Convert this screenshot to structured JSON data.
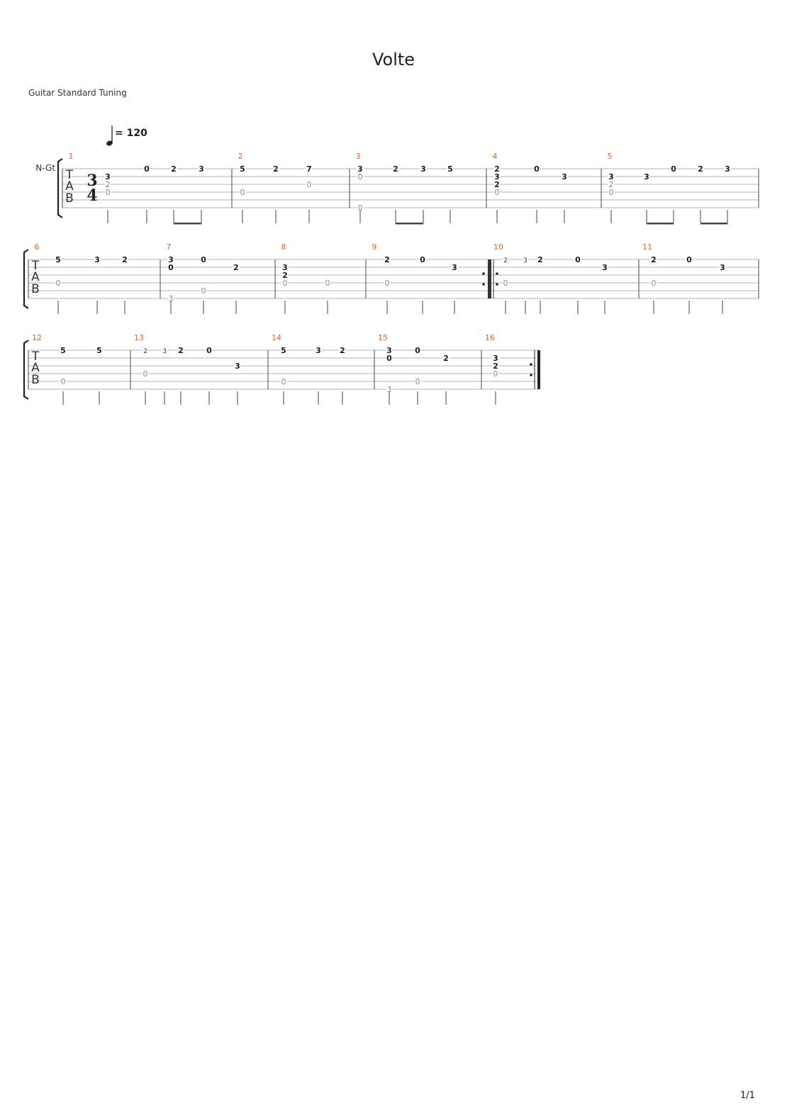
{
  "title": "Volte",
  "tuning": "Guitar Standard Tuning",
  "tempo": {
    "icon": "quarter-note-icon",
    "text": "= 120"
  },
  "track_name": "N-Gt",
  "tab_letters": [
    "T",
    "A",
    "B"
  ],
  "time_signature": {
    "top": "3",
    "bottom": "4"
  },
  "page_number": "1/1",
  "colors": {
    "measure_number": "#e8602c",
    "ink": "#1a1a1a",
    "ghost": "#8a8a8a"
  },
  "measures": [
    {
      "n": "1",
      "notes": [
        {
          "s": 1,
          "f": "3"
        },
        {
          "s": 2,
          "f": "2",
          "g": true
        },
        {
          "s": 3,
          "f": "0",
          "g": true
        },
        {
          "s": 0,
          "f": "0"
        },
        {
          "s": 0,
          "f": "2"
        },
        {
          "s": 0,
          "f": "3"
        }
      ]
    },
    {
      "n": "2",
      "notes": [
        {
          "s": 0,
          "f": "5"
        },
        {
          "s": 3,
          "f": "0",
          "g": true
        },
        {
          "s": 0,
          "f": "2"
        },
        {
          "s": 0,
          "f": "7"
        },
        {
          "s": 2,
          "f": "0",
          "g": true
        }
      ]
    },
    {
      "n": "3",
      "notes": [
        {
          "s": 0,
          "f": "3"
        },
        {
          "s": 1,
          "f": "0",
          "g": true
        },
        {
          "s": 5,
          "f": "0",
          "g": true
        },
        {
          "s": 0,
          "f": "2"
        },
        {
          "s": 0,
          "f": "3"
        },
        {
          "s": 0,
          "f": "5"
        }
      ]
    },
    {
      "n": "4",
      "notes": [
        {
          "s": 0,
          "f": "2"
        },
        {
          "s": 1,
          "f": "3"
        },
        {
          "s": 2,
          "f": "2"
        },
        {
          "s": 3,
          "f": "0",
          "g": true
        },
        {
          "s": 0,
          "f": "0"
        },
        {
          "s": 1,
          "f": "3"
        }
      ]
    },
    {
      "n": "5",
      "notes": [
        {
          "s": 1,
          "f": "3"
        },
        {
          "s": 2,
          "f": "2",
          "g": true
        },
        {
          "s": 3,
          "f": "0",
          "g": true
        },
        {
          "s": 1,
          "f": "3"
        },
        {
          "s": 0,
          "f": "0"
        },
        {
          "s": 0,
          "f": "2"
        },
        {
          "s": 0,
          "f": "3"
        }
      ]
    },
    {
      "n": "6",
      "notes": [
        {
          "s": 0,
          "f": "5"
        },
        {
          "s": 3,
          "f": "0",
          "g": true
        },
        {
          "s": 0,
          "f": "3"
        },
        {
          "s": 0,
          "f": "2"
        }
      ]
    },
    {
      "n": "7",
      "notes": [
        {
          "s": 0,
          "f": "3"
        },
        {
          "s": 1,
          "f": "0"
        },
        {
          "s": 5,
          "f": "3",
          "g": true
        },
        {
          "s": 0,
          "f": "0"
        },
        {
          "s": 4,
          "f": "0",
          "g": true
        },
        {
          "s": 1,
          "f": "2"
        }
      ]
    },
    {
      "n": "8",
      "notes": [
        {
          "s": 1,
          "f": "3"
        },
        {
          "s": 2,
          "f": "2"
        },
        {
          "s": 3,
          "f": "0",
          "g": true
        },
        {
          "s": 3,
          "f": "0",
          "g": true
        }
      ]
    },
    {
      "n": "9",
      "notes": [
        {
          "s": 0,
          "f": "2"
        },
        {
          "s": 3,
          "f": "0",
          "g": true
        },
        {
          "s": 0,
          "f": "0"
        },
        {
          "s": 1,
          "f": "3"
        }
      ]
    },
    {
      "n": "10",
      "notes": [
        {
          "s": 0,
          "f": "2",
          "sm": true
        },
        {
          "s": 3,
          "f": "0",
          "g": true
        },
        {
          "s": 0,
          "f": "3",
          "sm": true
        },
        {
          "s": 0,
          "f": "2"
        },
        {
          "s": 0,
          "f": "0"
        },
        {
          "s": 1,
          "f": "3"
        }
      ]
    },
    {
      "n": "11",
      "notes": [
        {
          "s": 0,
          "f": "2"
        },
        {
          "s": 3,
          "f": "0",
          "g": true
        },
        {
          "s": 0,
          "f": "0"
        },
        {
          "s": 1,
          "f": "3"
        }
      ]
    },
    {
      "n": "12",
      "notes": [
        {
          "s": 0,
          "f": "5"
        },
        {
          "s": 4,
          "f": "0",
          "g": true
        },
        {
          "s": 0,
          "f": "5"
        }
      ]
    },
    {
      "n": "13",
      "notes": [
        {
          "s": 0,
          "f": "2",
          "sm": true
        },
        {
          "s": 3,
          "f": "0",
          "g": true
        },
        {
          "s": 0,
          "f": "3",
          "sm": true
        },
        {
          "s": 0,
          "f": "2"
        },
        {
          "s": 0,
          "f": "0"
        },
        {
          "s": 2,
          "f": "3"
        }
      ]
    },
    {
      "n": "14",
      "notes": [
        {
          "s": 0,
          "f": "5"
        },
        {
          "s": 4,
          "f": "0",
          "g": true
        },
        {
          "s": 0,
          "f": "3"
        },
        {
          "s": 0,
          "f": "2"
        }
      ]
    },
    {
      "n": "15",
      "notes": [
        {
          "s": 0,
          "f": "3"
        },
        {
          "s": 1,
          "f": "0"
        },
        {
          "s": 5,
          "f": "3",
          "g": true
        },
        {
          "s": 0,
          "f": "0"
        },
        {
          "s": 4,
          "f": "0",
          "g": true
        },
        {
          "s": 1,
          "f": "2"
        }
      ]
    },
    {
      "n": "16",
      "notes": [
        {
          "s": 1,
          "f": "3"
        },
        {
          "s": 2,
          "f": "2"
        },
        {
          "s": 3,
          "f": "0",
          "g": true
        }
      ]
    }
  ]
}
